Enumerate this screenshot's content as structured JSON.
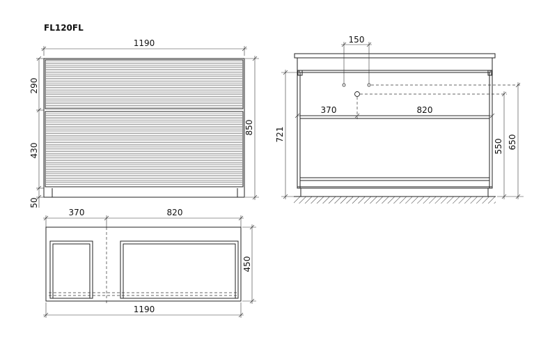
{
  "title": "FL120FL",
  "front_view": {
    "width": "1190",
    "upper_drawer": "290",
    "lower_drawer": "430",
    "plinth": "50",
    "total_height": "850"
  },
  "top_view": {
    "left_section": "370",
    "right_section": "820",
    "width": "1190",
    "depth": "450"
  },
  "side_view": {
    "pipe_spacing": "150",
    "left_offset": "370",
    "right_offset": "820",
    "height": "721",
    "waste_height": "550",
    "supply_height": "650"
  }
}
